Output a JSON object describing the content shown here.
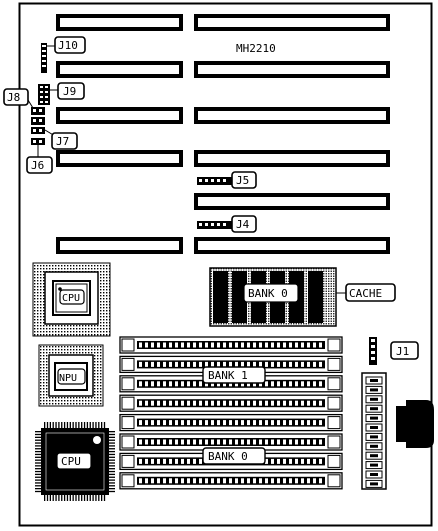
{
  "board": {
    "model": "MH2210",
    "jumpers": [
      {
        "id": "j10",
        "label": "J10"
      },
      {
        "id": "j9",
        "label": "J9"
      },
      {
        "id": "j8",
        "label": "J8"
      },
      {
        "id": "j7",
        "label": "J7"
      },
      {
        "id": "j6",
        "label": "J6"
      },
      {
        "id": "j5",
        "label": "J5"
      },
      {
        "id": "j4",
        "label": "J4"
      },
      {
        "id": "j1",
        "label": "J1"
      }
    ],
    "chips": {
      "cpu_socket": "CPU",
      "npu": "NPU",
      "cpu_qfp": "CPU"
    },
    "cache": {
      "bank_label": "BANK 0",
      "label": "CACHE"
    },
    "memory": {
      "bank1_label": "BANK 1",
      "bank0_label": "BANK 0"
    }
  },
  "colors": {
    "ink": "#000000",
    "paper": "#ffffff"
  }
}
